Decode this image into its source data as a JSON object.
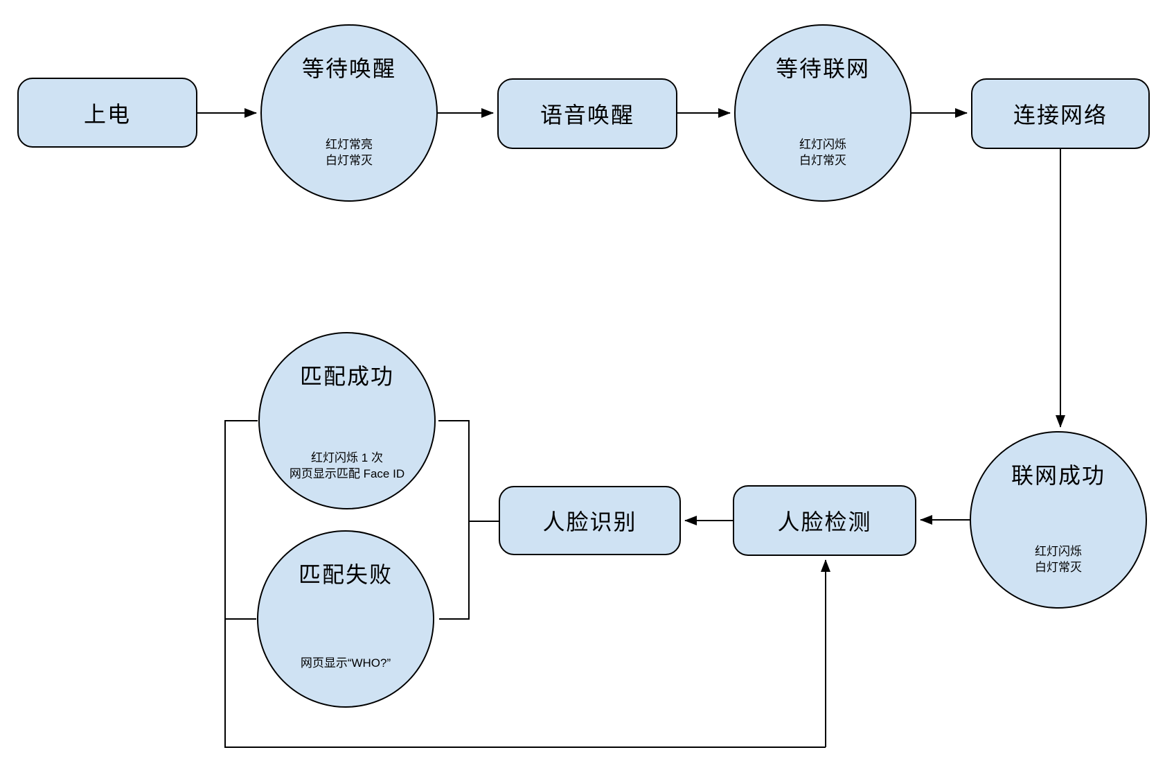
{
  "diagram": {
    "type": "flowchart",
    "shape_fill_color": "#cfe2f3",
    "shape_stroke_color": "#000000",
    "background_color": "#ffffff",
    "nodes": {
      "power_on": {
        "shape": "rounded-rect",
        "label": "上电"
      },
      "wait_wake": {
        "shape": "circle",
        "label": "等待唤醒",
        "sub": [
          "红灯常亮",
          "白灯常灭"
        ]
      },
      "voice_wake": {
        "shape": "rounded-rect",
        "label": "语音唤醒"
      },
      "wait_network": {
        "shape": "circle",
        "label": "等待联网",
        "sub": [
          "红灯闪烁",
          "白灯常灭"
        ]
      },
      "connect_network": {
        "shape": "rounded-rect",
        "label": "连接网络"
      },
      "network_success": {
        "shape": "circle",
        "label": "联网成功",
        "sub": [
          "红灯闪烁",
          "白灯常灭"
        ]
      },
      "face_detect": {
        "shape": "rounded-rect",
        "label": "人脸检测"
      },
      "face_recognize": {
        "shape": "rounded-rect",
        "label": "人脸识别"
      },
      "match_success": {
        "shape": "circle",
        "label": "匹配成功",
        "sub": [
          "红灯闪烁 1 次",
          "网页显示匹配 Face ID"
        ]
      },
      "match_fail": {
        "shape": "circle",
        "label": "匹配失败",
        "sub": [
          "网页显示“WHO?”"
        ]
      }
    },
    "edges": [
      {
        "from": "power_on",
        "to": "wait_wake",
        "arrow": true
      },
      {
        "from": "wait_wake",
        "to": "voice_wake",
        "arrow": true
      },
      {
        "from": "voice_wake",
        "to": "wait_network",
        "arrow": true
      },
      {
        "from": "wait_network",
        "to": "connect_network",
        "arrow": true
      },
      {
        "from": "connect_network",
        "to": "network_success",
        "arrow": true
      },
      {
        "from": "network_success",
        "to": "face_detect",
        "arrow": true
      },
      {
        "from": "face_detect",
        "to": "face_recognize",
        "arrow": true
      },
      {
        "from": "face_recognize",
        "to": "match_success",
        "arrow": false
      },
      {
        "from": "face_recognize",
        "to": "match_fail",
        "arrow": false
      },
      {
        "from": "match_success",
        "to": "face_detect",
        "arrow": true
      },
      {
        "from": "match_fail",
        "to": "face_detect",
        "arrow": true
      }
    ]
  }
}
